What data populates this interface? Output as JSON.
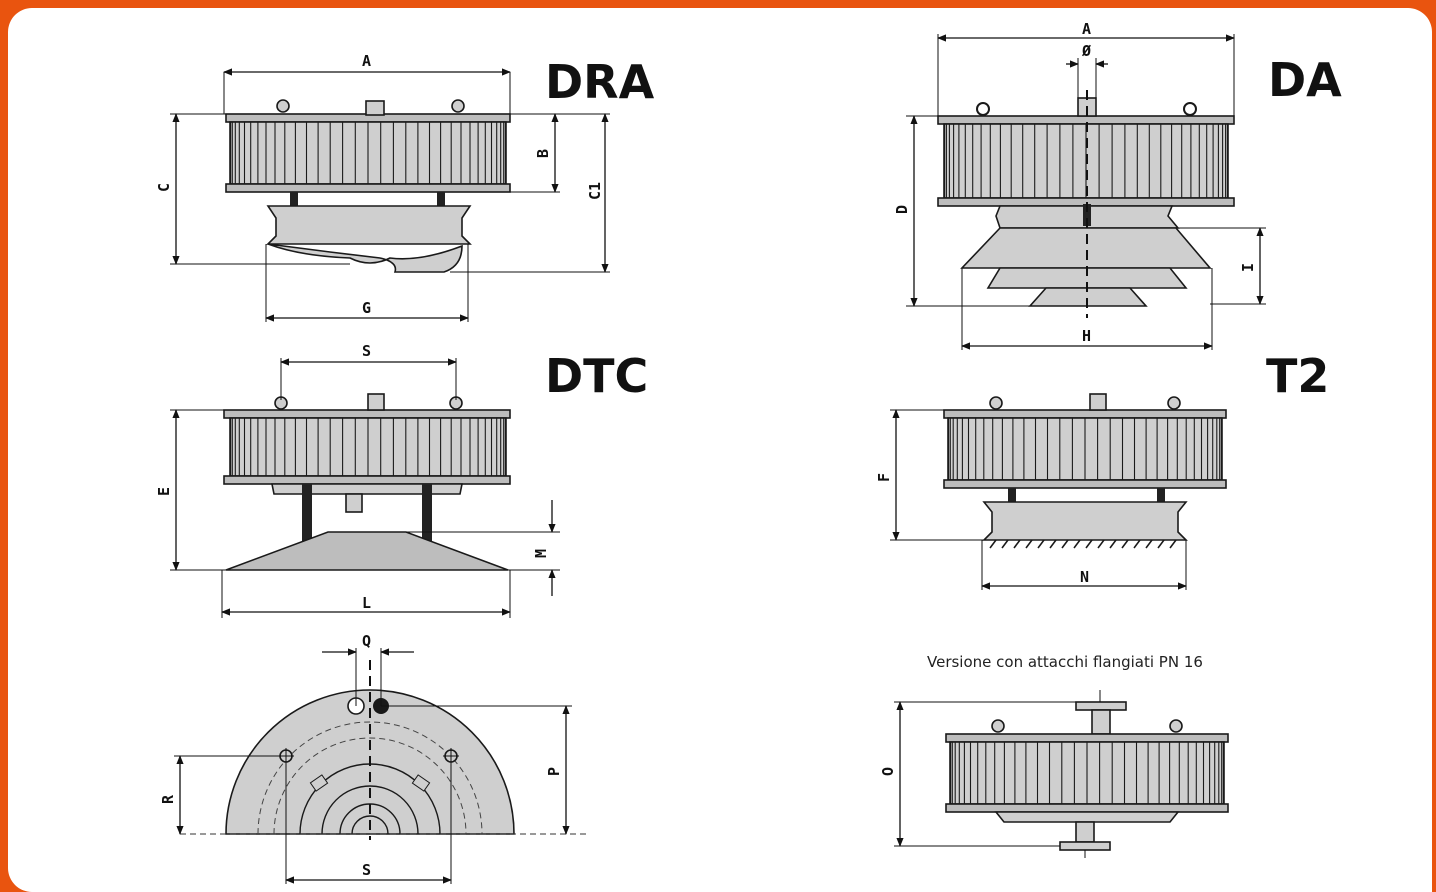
{
  "titles": {
    "dra": "DRA",
    "da": "DA",
    "dtc": "DTC",
    "t2": "T2"
  },
  "note": "Versione con attacchi flangiati PN 16",
  "dims": {
    "dra": {
      "a": "A",
      "b": "B",
      "c": "C",
      "c1": "C1",
      "g": "G"
    },
    "da": {
      "a": "A",
      "phi": "Ø",
      "d": "D",
      "i": "I",
      "h": "H"
    },
    "dtc": {
      "s": "S",
      "e": "E",
      "m": "M",
      "l": "L"
    },
    "t2": {
      "f": "F",
      "n": "N"
    },
    "plan": {
      "q": "Q",
      "p": "P",
      "r": "R",
      "s": "S"
    },
    "flanged": {
      "o": "O"
    }
  },
  "colors": {
    "frame": "#e9540f",
    "body_fill": "#cfcfcf",
    "plate_fill": "#bdbdbd",
    "line": "#1a1a1a"
  }
}
